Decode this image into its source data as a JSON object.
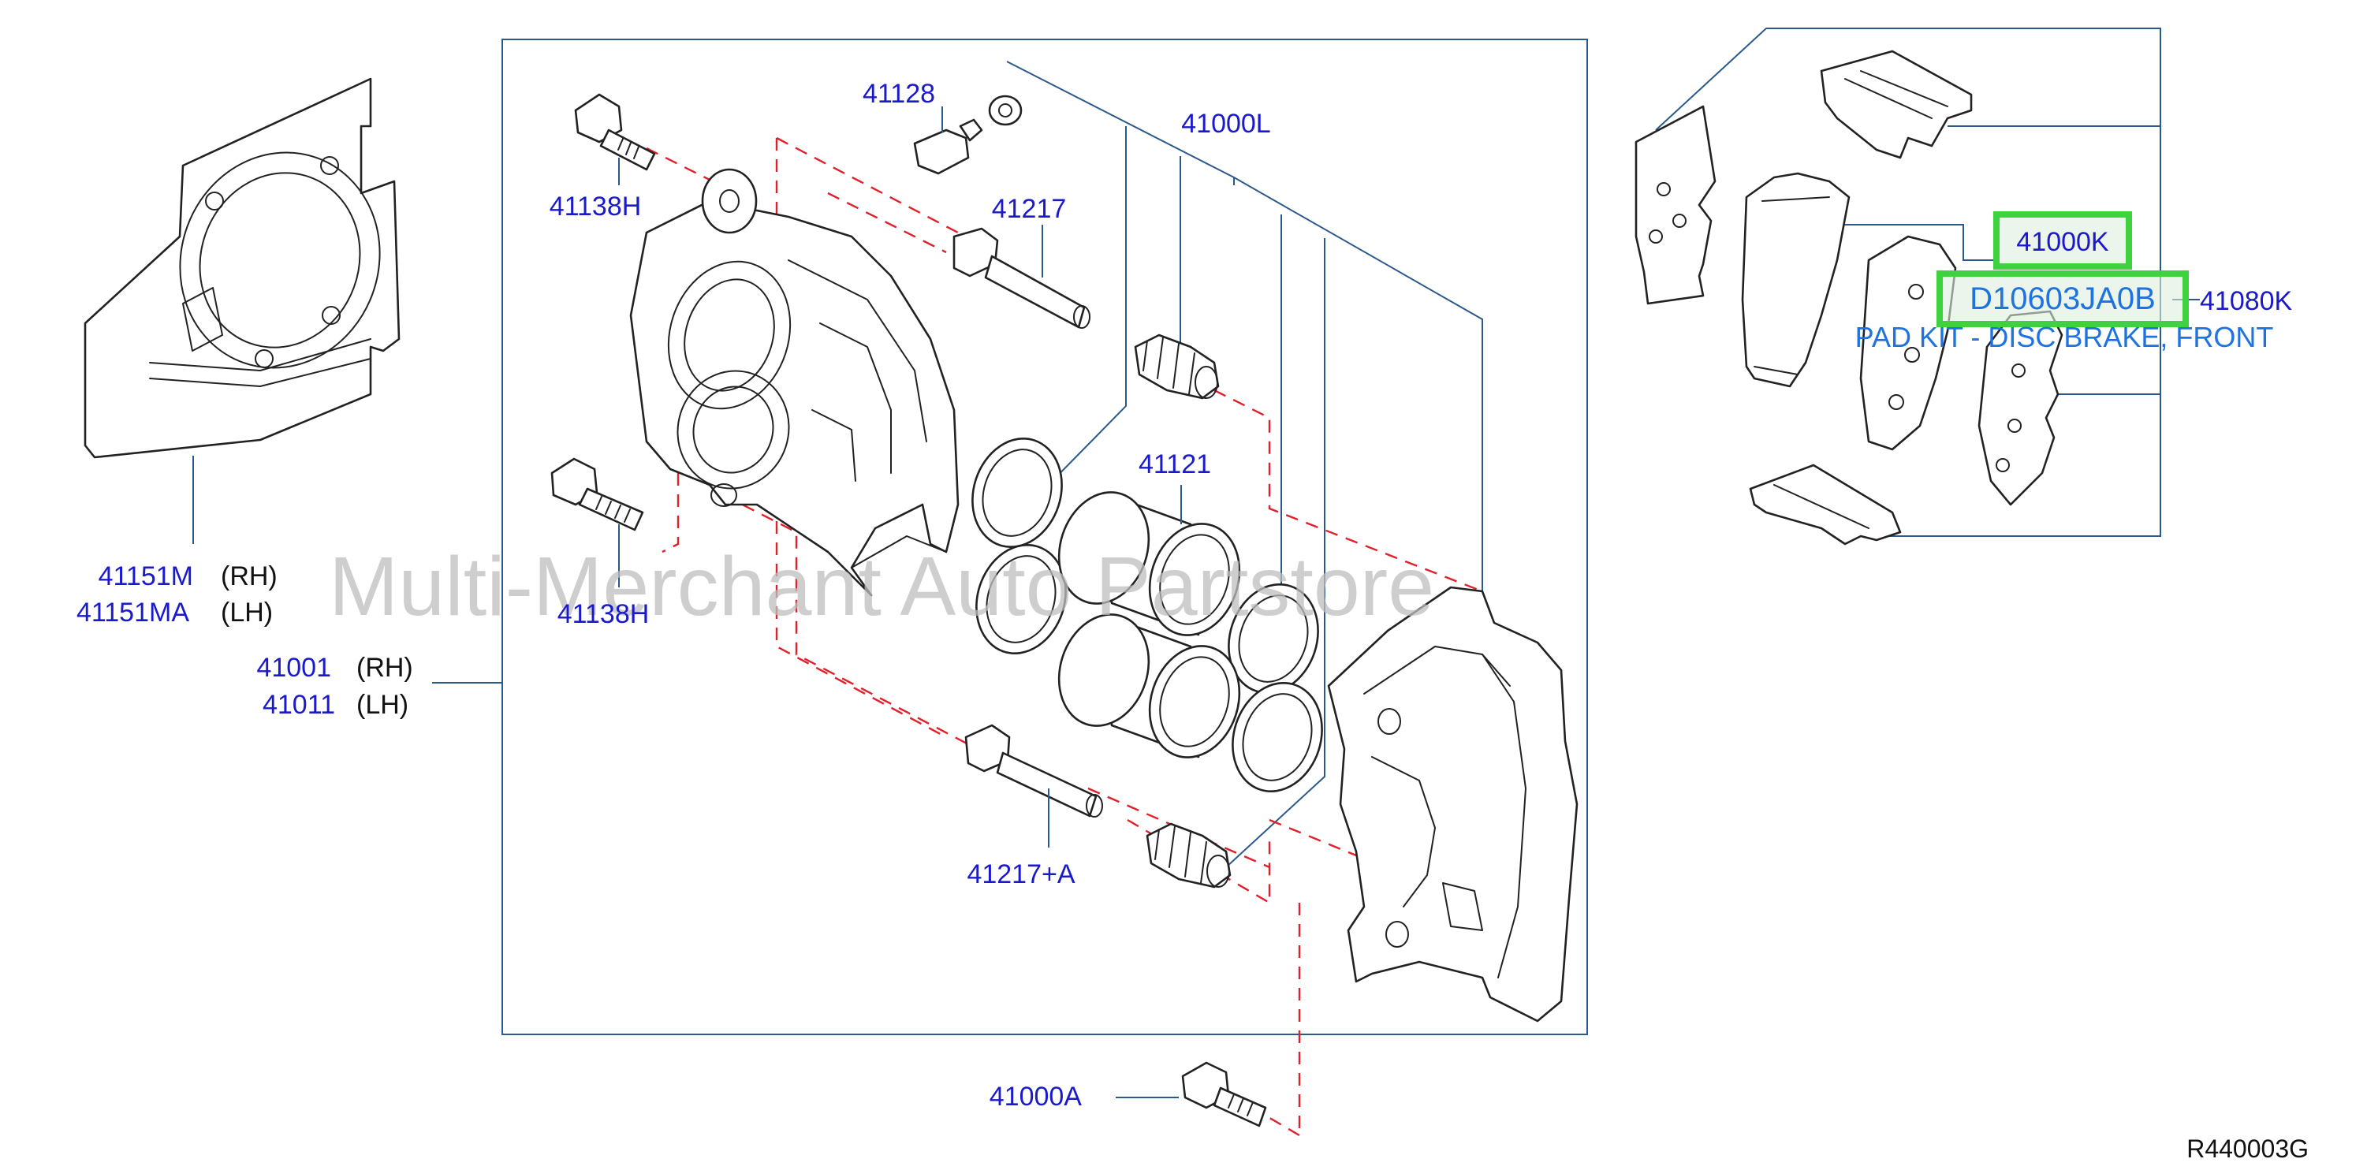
{
  "diagram_code": "R440003G",
  "watermark": "Multi-Merchant Auto Partstore",
  "pad_kit": {
    "oem_part": "D10603JA0B",
    "kit_part": "41000K",
    "pad_part": "41080K",
    "description": "PAD KIT - DISC BRAKE, FRONT"
  },
  "labels": {
    "p41128": "41128",
    "p41000L": "41000L",
    "p41138H_top": "41138H",
    "p41217": "41217",
    "p41121": "41121",
    "p41138H_bottom": "41138H",
    "p41217A": "41217+A",
    "p41000A": "41000A",
    "p41151M": "41151M",
    "p41151MA": "41151MA",
    "p41001": "41001",
    "p41011": "41011"
  },
  "sides": {
    "rh_1": "(RH)",
    "lh_1": "(LH)",
    "rh_2": "(RH)",
    "lh_2": "(LH)"
  },
  "colors": {
    "part_number": "#1a1acc",
    "callout_line": "#2b5a8a",
    "dashed_line": "#e0202a",
    "highlight": "#3ed23e",
    "description_text": "#1e73e0",
    "watermark": "#bdbdbd"
  }
}
